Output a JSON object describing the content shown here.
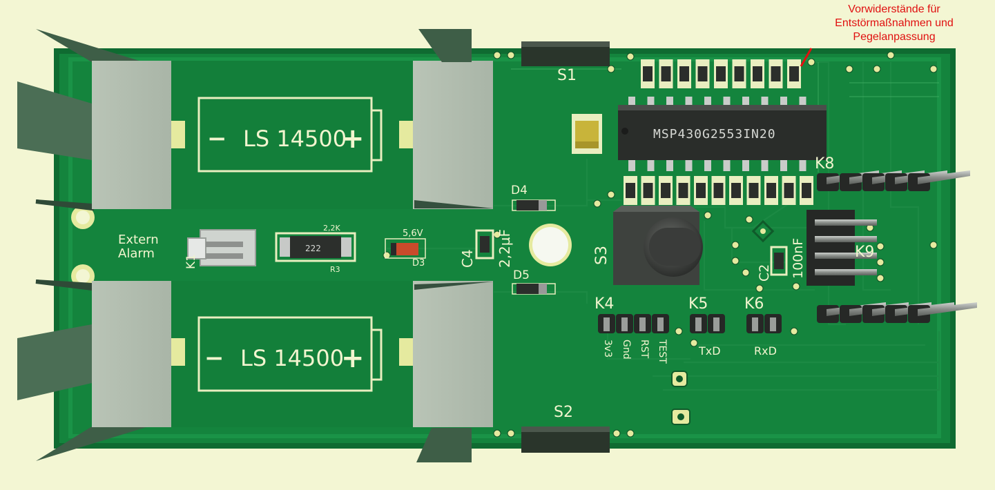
{
  "annotation": {
    "lines": [
      "Vorwiderstände für",
      "Entstörmaßnahmen und",
      "Pegelanpassung"
    ]
  },
  "batteries": {
    "top_label": "LS 14500",
    "bottom_label": "LS 14500",
    "minus": "−",
    "plus": "+"
  },
  "switches": {
    "s1": "S1",
    "s2": "S2",
    "s3": "S3"
  },
  "ic": {
    "label": "MSP430G2553IN20"
  },
  "connectors": {
    "k4": "K4",
    "k5": "K5",
    "k6": "K6",
    "k8": "K8",
    "k9": "K9",
    "k1": "K1",
    "k4_pins": [
      "3v3",
      "Gnd",
      "RST",
      "TEST"
    ],
    "k5_pin": "TxD",
    "k6_pin": "RxD"
  },
  "components": {
    "extern_alarm": [
      "Extern",
      "Alarm"
    ],
    "r3_value": "2,2K",
    "r3_marking": "222",
    "r3_ref": "R3",
    "d3_value": "5,6V",
    "d3_ref": "D3",
    "d4_ref": "D4",
    "d5_ref": "D5",
    "c4_ref": "C4",
    "c4_value": "2,2µF",
    "c2_ref": "C2",
    "c2_value": "100nF"
  },
  "colors": {
    "background": "#f3f6d3",
    "board": "#14843d",
    "board_edge": "#0f6b31",
    "silkscreen": "#e9eec0",
    "annotation": "#e01010"
  }
}
